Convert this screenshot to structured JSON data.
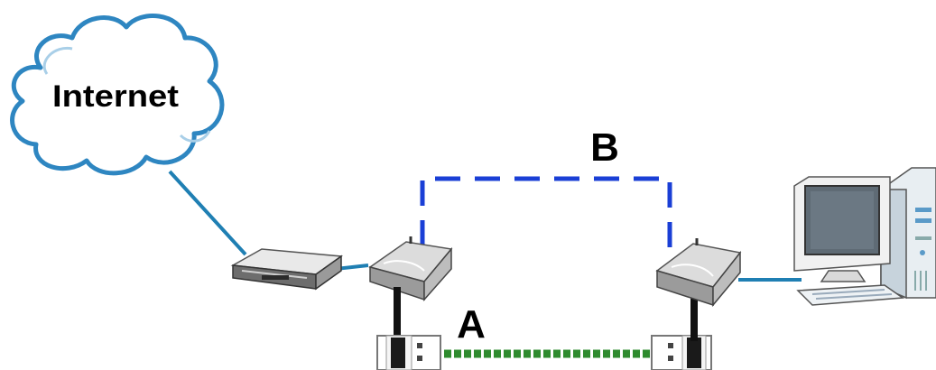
{
  "diagram": {
    "labels": {
      "cloud": "Internet",
      "wireless_link": "B",
      "powerline_link": "A"
    },
    "colors": {
      "cable": "#1f7fb3",
      "wireless_dash": "#1a3fd6",
      "powerline_dash": "#2e8b2e",
      "cloud_outline": "#2e86c1"
    },
    "icons": {
      "cloud": "internet-cloud-icon",
      "modem": "dsl-modem-icon",
      "adapter_left": "powerline-wireless-adapter-icon",
      "adapter_right": "powerline-wireless-adapter-icon",
      "outlet_left": "wall-outlet-icon",
      "outlet_right": "wall-outlet-icon",
      "computer": "desktop-computer-icon"
    }
  }
}
